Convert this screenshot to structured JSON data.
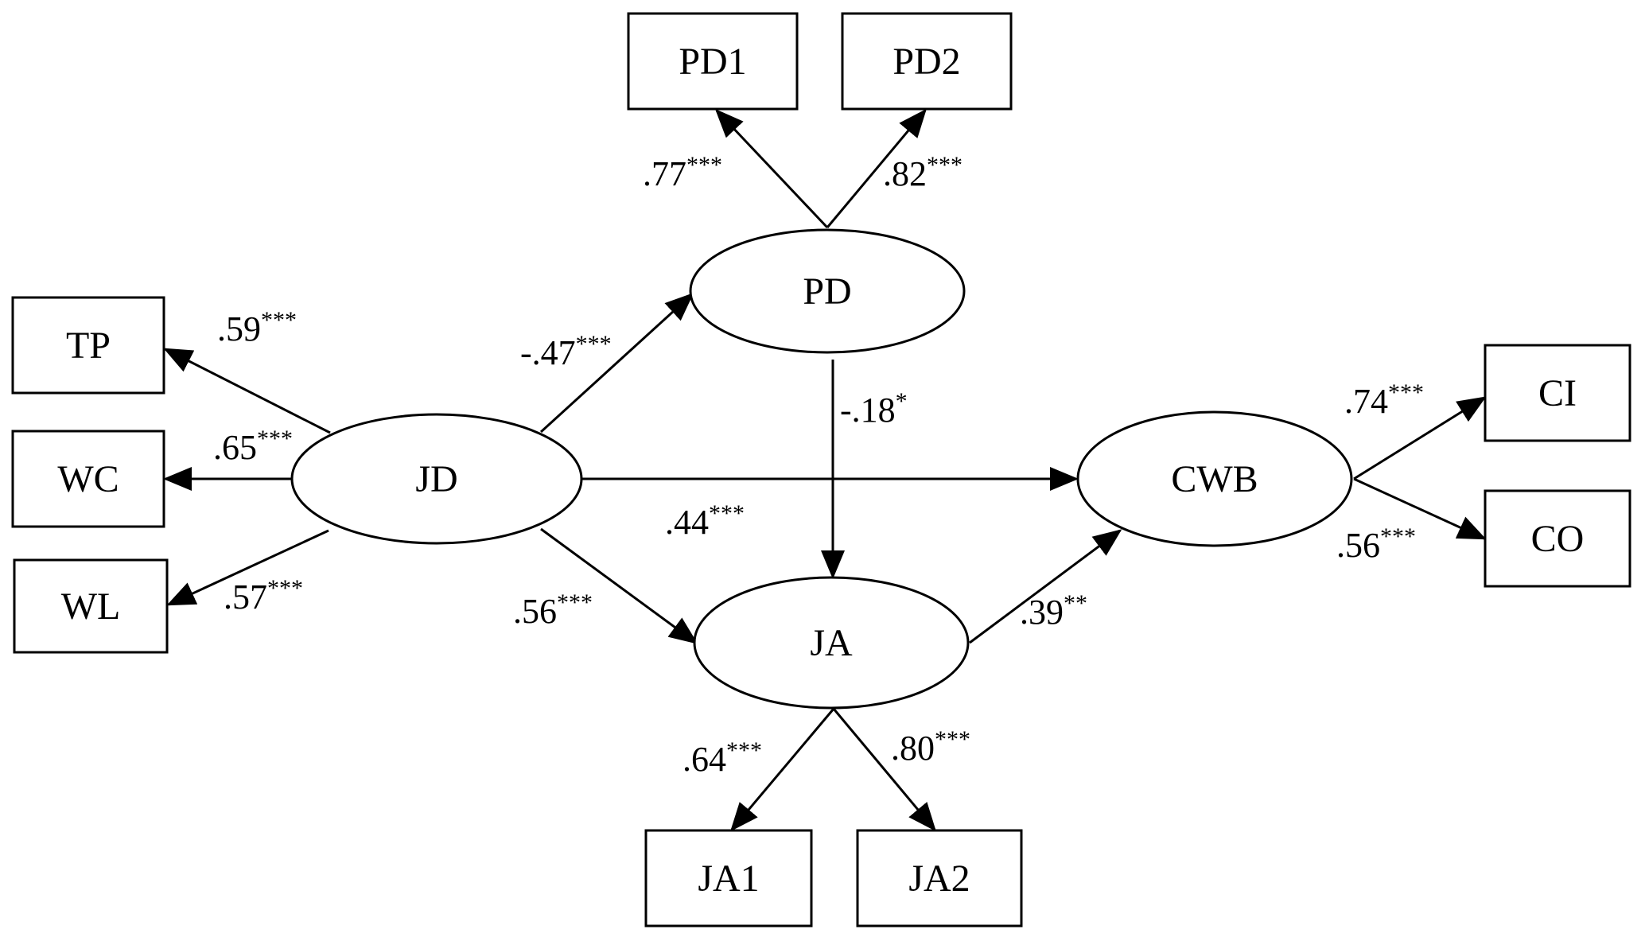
{
  "diagram": {
    "nodes": [
      {
        "id": "PD1",
        "shape": "rect",
        "label": "PD1"
      },
      {
        "id": "PD2",
        "shape": "rect",
        "label": "PD2"
      },
      {
        "id": "TP",
        "shape": "rect",
        "label": "TP"
      },
      {
        "id": "WC",
        "shape": "rect",
        "label": "WC"
      },
      {
        "id": "WL",
        "shape": "rect",
        "label": "WL"
      },
      {
        "id": "CI",
        "shape": "rect",
        "label": "CI"
      },
      {
        "id": "CO",
        "shape": "rect",
        "label": "CO"
      },
      {
        "id": "JA1",
        "shape": "rect",
        "label": "JA1"
      },
      {
        "id": "JA2",
        "shape": "rect",
        "label": "JA2"
      },
      {
        "id": "PD",
        "shape": "ellipse",
        "label": "PD"
      },
      {
        "id": "JD",
        "shape": "ellipse",
        "label": "JD"
      },
      {
        "id": "CWB",
        "shape": "ellipse",
        "label": "CWB"
      },
      {
        "id": "JA",
        "shape": "ellipse",
        "label": "JA"
      }
    ],
    "edges": [
      {
        "from": "PD",
        "to": "PD1",
        "coef": ".77",
        "sig": "***"
      },
      {
        "from": "PD",
        "to": "PD2",
        "coef": ".82",
        "sig": "***"
      },
      {
        "from": "JD",
        "to": "TP",
        "coef": ".59",
        "sig": "***"
      },
      {
        "from": "JD",
        "to": "WC",
        "coef": ".65",
        "sig": "***"
      },
      {
        "from": "JD",
        "to": "WL",
        "coef": ".57",
        "sig": "***"
      },
      {
        "from": "JD",
        "to": "PD",
        "coef": "-.47",
        "sig": "***"
      },
      {
        "from": "PD",
        "to": "JA",
        "coef": "-.18",
        "sig": "*"
      },
      {
        "from": "JD",
        "to": "CWB",
        "coef": ".44",
        "sig": "***"
      },
      {
        "from": "JD",
        "to": "JA",
        "coef": ".56",
        "sig": "***"
      },
      {
        "from": "JA",
        "to": "CWB",
        "coef": ".39",
        "sig": "**"
      },
      {
        "from": "CWB",
        "to": "CI",
        "coef": ".74",
        "sig": "***"
      },
      {
        "from": "CWB",
        "to": "CO",
        "coef": ".56",
        "sig": "***"
      },
      {
        "from": "JA",
        "to": "JA1",
        "coef": ".64",
        "sig": "***"
      },
      {
        "from": "JA",
        "to": "JA2",
        "coef": ".80",
        "sig": "***"
      }
    ]
  }
}
